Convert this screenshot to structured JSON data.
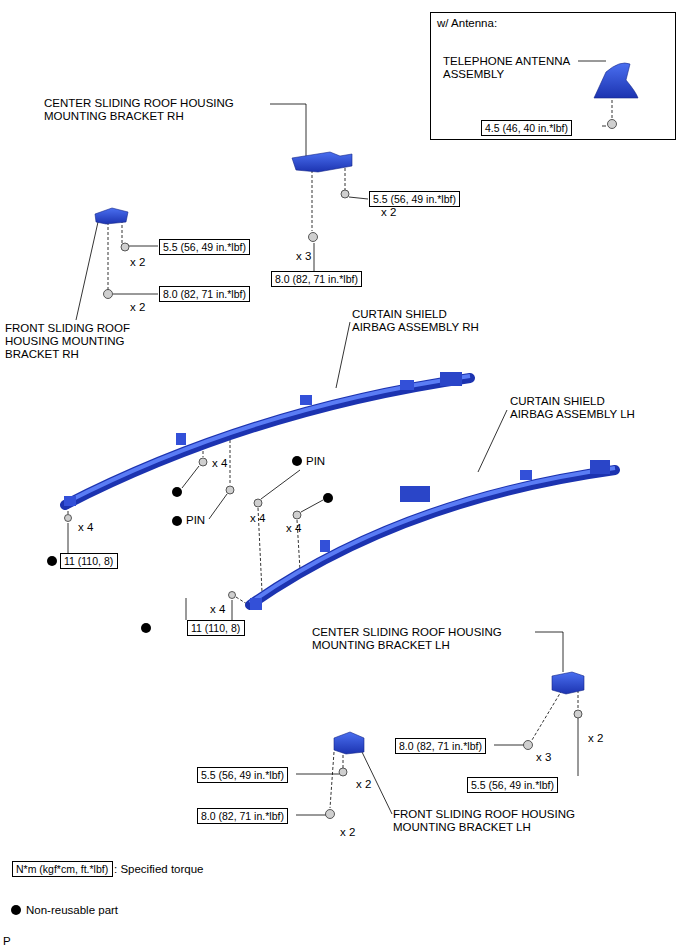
{
  "diagram": {
    "nodes": [
      {
        "text": [
          "w/ Antenna:",
          "TELEPHONE ANTENNA ASSEMBLY"
        ]
      },
      {
        "text": [
          "4.5 (46, 40 in.*lbf)"
        ],
        "in": 0
      },
      {
        "text": [
          "5.5 (56, 49 in.*lbf)"
        ]
      },
      {
        "text": [
          "5.5 (56, 49 in.*lbf)"
        ]
      },
      {
        "text": [
          "8.0 (82, 71 in.*lbf)"
        ]
      },
      {
        "text": [
          "8.0 (82, 71 in.*lbf)"
        ]
      },
      {
        "text": [
          "11 (110, 8)"
        ]
      },
      {
        "text": [
          "11 (110, 8)"
        ]
      },
      {
        "text": [
          "8.0 (82, 71 in.*lbf)"
        ]
      },
      {
        "text": [
          "5.5 (56, 49 in.*lbf)"
        ]
      },
      {
        "text": [
          "5.5 (56, 49 in.*lbf)"
        ]
      },
      {
        "text": [
          "8.0 (82, 71 in.*lbf)"
        ]
      },
      {
        "text": [
          "N*m (kgf*cm, ft.*lbf)"
        ]
      }
    ],
    "labels": [
      "CENTER SLIDING ROOF HOUSING MOUNTING BRACKET RH",
      "x 2",
      "x 2",
      "x 3",
      "x 2",
      "FRONT SLIDING ROOF HOUSING MOUNTING BRACKET RH",
      "CURTAIN SHIELD AIRBAG ASSEMBLY RH",
      "CURTAIN SHIELD AIRBAG ASSEMBLY LH",
      "PIN",
      "x 4",
      "x 4",
      "x 4",
      "PIN",
      "x 4",
      "x 4",
      "CENTER SLIDING ROOF HOUSING MOUNTING BRACKET LH",
      "x 2",
      "x 3",
      "x 2",
      "FRONT SLIDING ROOF HOUSING MOUNTING BRACKET LH",
      "x 2",
      "P"
    ],
    "legend": [
      {
        "text": ": Specified torque"
      },
      {
        "text": "Non-reusable part"
      }
    ]
  }
}
